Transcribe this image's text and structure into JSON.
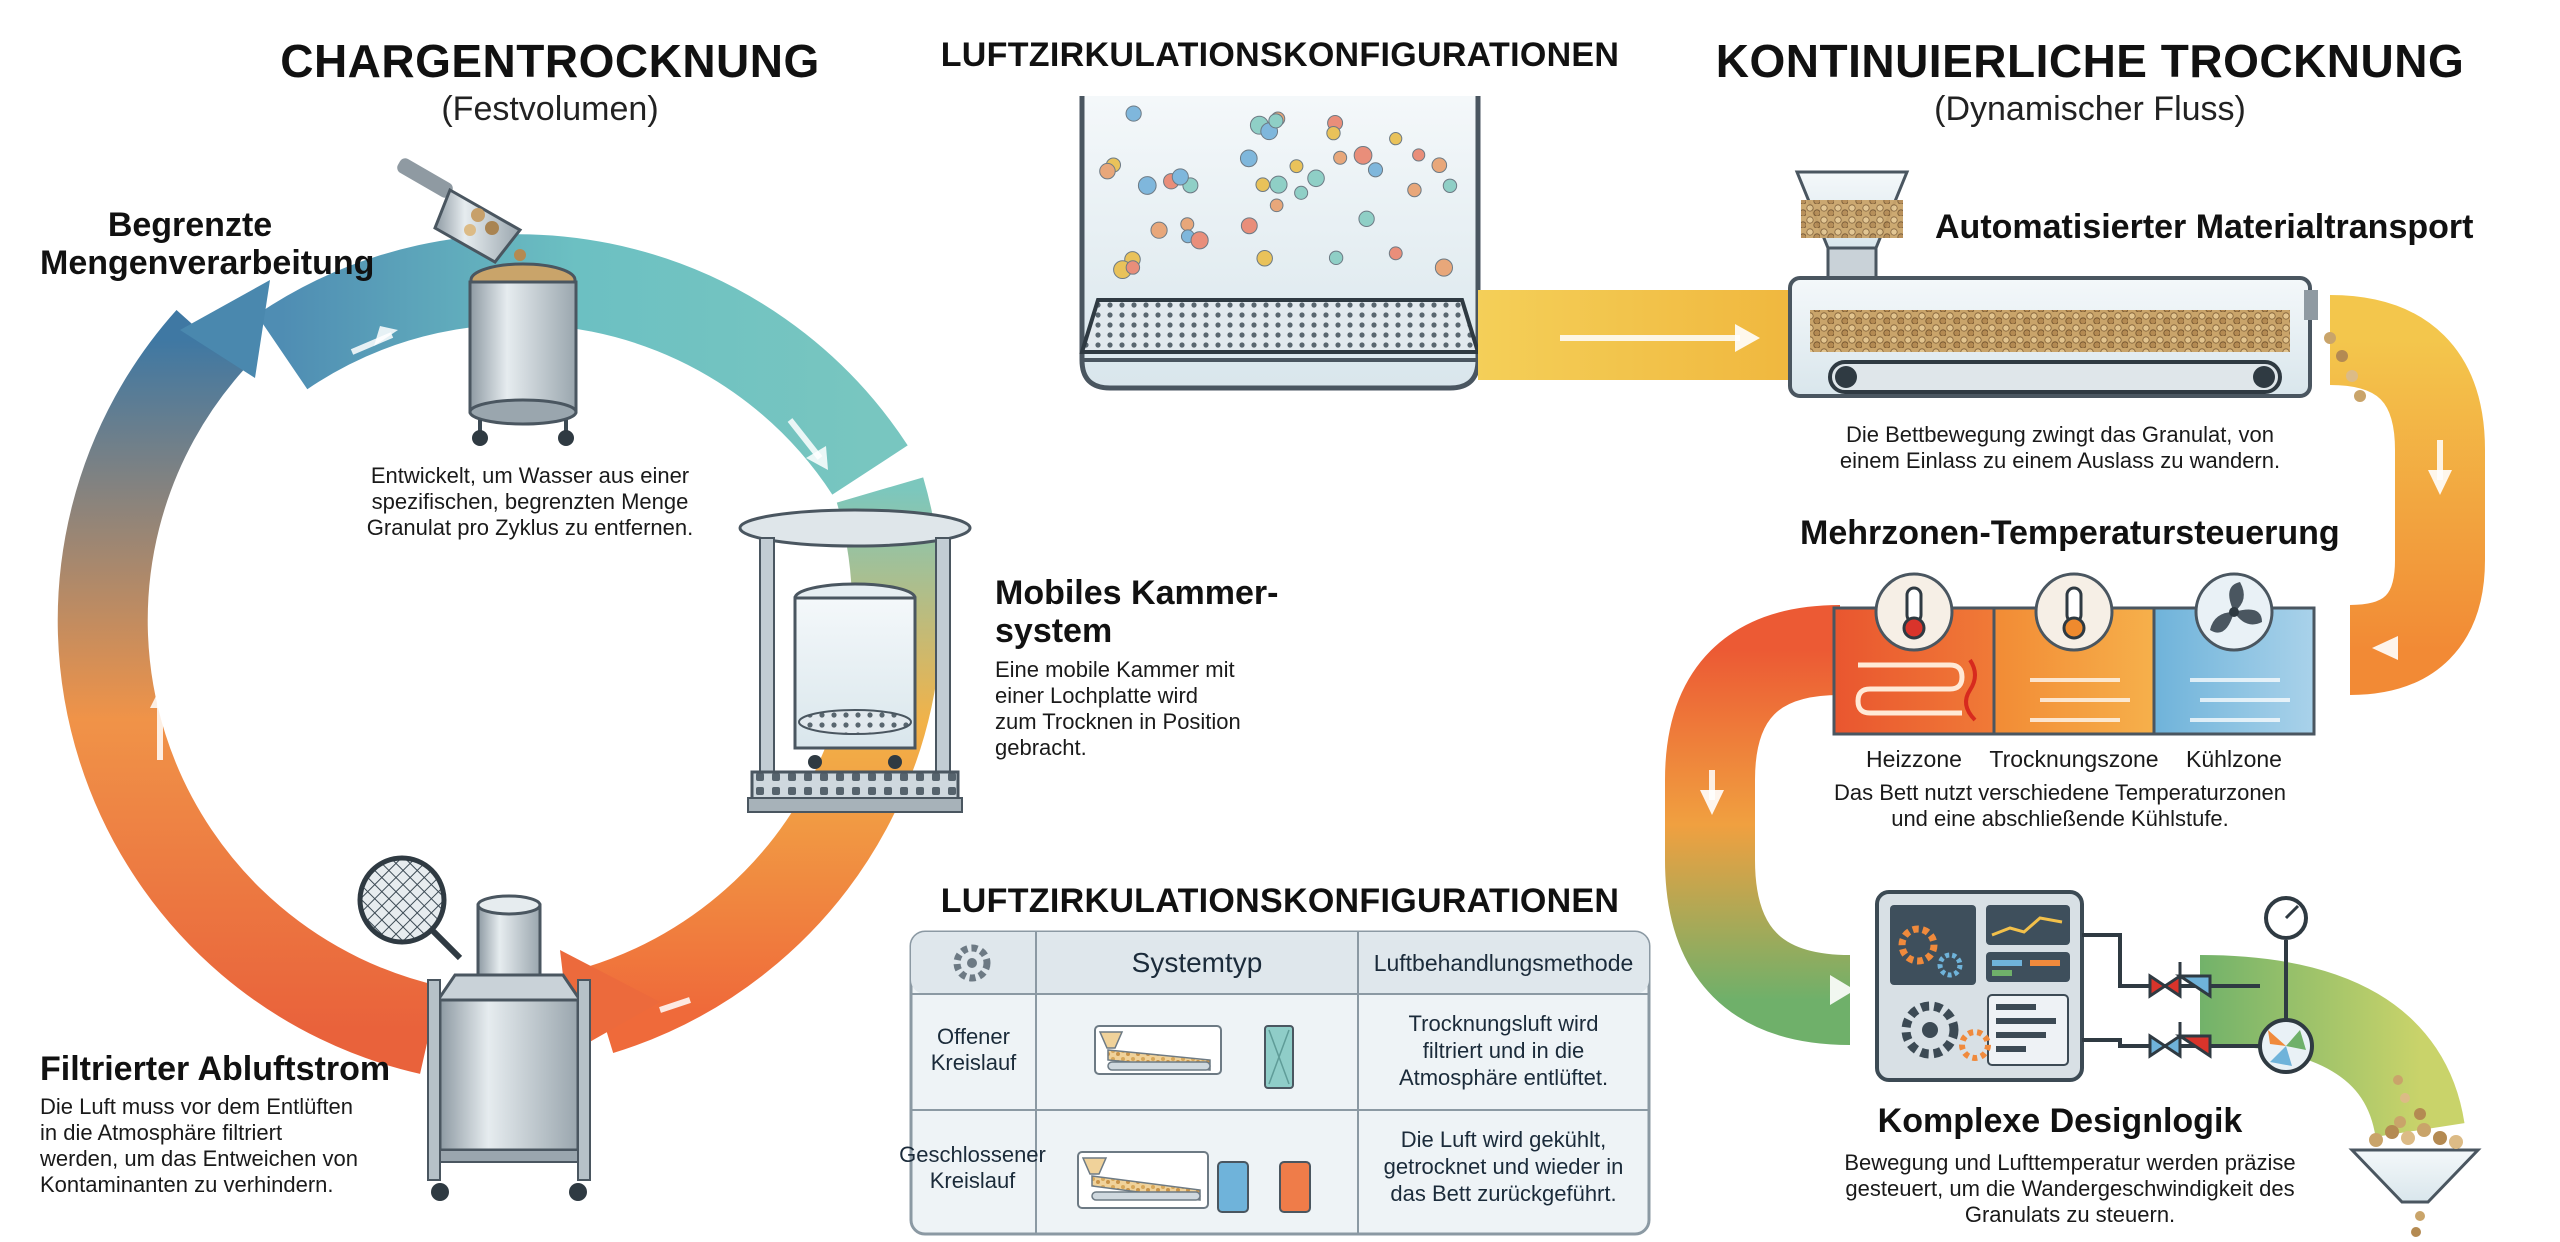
{
  "batch": {
    "title": "CHARGENTROCKNUNG",
    "subtitle": "(Festvolumen)",
    "limited": {
      "title_lines": [
        "Begrenzte",
        "Mengenverarbeitung"
      ],
      "desc_lines": [
        "Entwickelt, um Wasser aus einer",
        "spezifischen, begrenzten Menge",
        "Granulat pro Zyklus zu entfernen."
      ]
    },
    "mobile": {
      "title_lines": [
        "Mobiles Kammer-",
        "system"
      ],
      "desc_lines": [
        "Eine mobile Kammer mit",
        "einer Lochplatte wird",
        "zum Trocknen in Position",
        "gebracht."
      ]
    },
    "filtered": {
      "title": "Filtrierter Abluftstrom",
      "desc_lines": [
        "Die Luft muss vor dem Entlüften",
        "in die Atmosphäre filtriert",
        "werden, um das Entweichen von",
        "Kontaminanten zu verhindern."
      ]
    }
  },
  "center": {
    "top_title": "LUFTZIRKULATIONSKONFIGURATIONEN",
    "table_title": "LUFTZIRKULATIONSKONFIGURATIONEN",
    "table": {
      "col_system": "Systemtyp",
      "col_method": "Luftbehandlungsmethode",
      "rows": [
        {
          "label_lines": [
            "Offener",
            "Kreislauf"
          ],
          "desc_lines": [
            "Trocknungsluft wird",
            "filtriert und in die",
            "Atmosphäre entlüftet."
          ]
        },
        {
          "label_lines": [
            "Geschlossener",
            "Kreislauf"
          ],
          "desc_lines": [
            "Die Luft wird gekühlt,",
            "getrocknet und wieder in",
            "das Bett zurückgeführt."
          ]
        }
      ]
    }
  },
  "continuous": {
    "title": "KONTINUIERLICHE TROCKNUNG",
    "subtitle": "(Dynamischer Fluss)",
    "transport": {
      "title": "Automatisierter Materialtransport",
      "desc_lines": [
        "Die Bettbewegung zwingt das Granulat, von",
        "einem Einlass zu einem Auslass zu wandern."
      ]
    },
    "zones": {
      "title": "Mehrzonen-Temperatursteuerung",
      "labels": [
        "Heizzone",
        "Trocknungszone",
        "Kühlzone"
      ],
      "desc_lines": [
        "Das Bett nutzt verschiedene Temperaturzonen",
        "und eine abschließende Kühlstufe."
      ]
    },
    "design": {
      "title": "Komplexe Designlogik",
      "desc_lines": [
        "Bewegung und Lufttemperatur werden präzise",
        "gesteuert, um die Wandergeschwindigkeit des",
        "Granulats zu steuern."
      ]
    }
  },
  "icons": [
    "scoop-icon",
    "hopper-icon",
    "thermometer-icon",
    "fan-icon",
    "gear-icon",
    "gauge-icon",
    "valve-icon",
    "filter-mesh-icon"
  ],
  "colors": {
    "cycle_blue": "#3f7ea8",
    "cycle_teal": "#5fb8bf",
    "cycle_orange": "#f08a3c",
    "cycle_red": "#e8583a",
    "flow_yellow": "#f2c04a",
    "flow_orange": "#f39a3a",
    "flow_green": "#6fb06a",
    "steel": "#b9c4cc"
  }
}
